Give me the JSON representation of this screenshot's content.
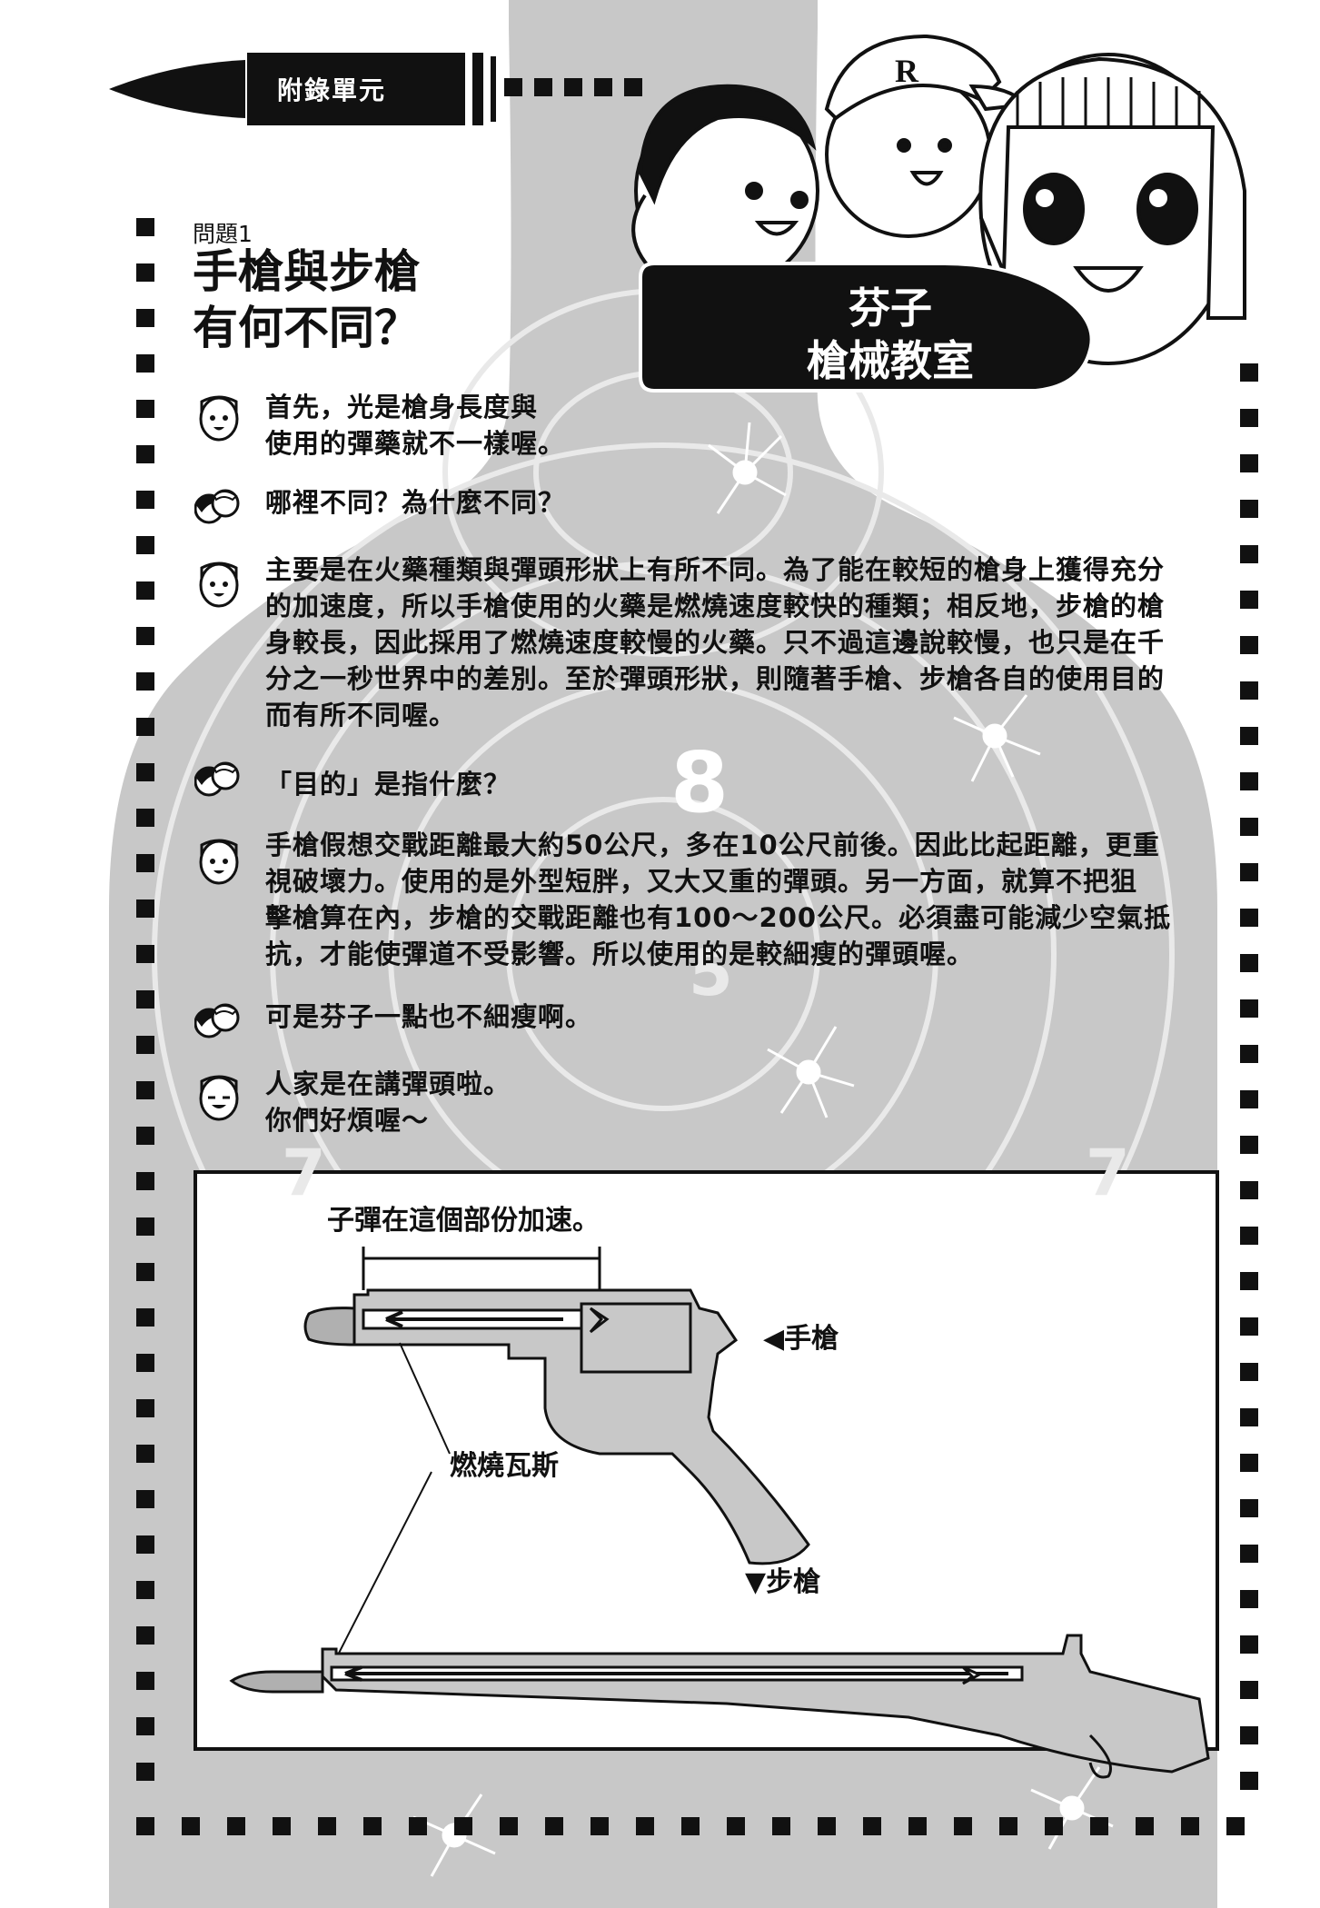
{
  "banner": {
    "label": "附錄單元"
  },
  "question": {
    "number": "問題1",
    "title": "手槍與步槍\n有何不同？"
  },
  "classroom": {
    "title": "芬子\n槍械教室"
  },
  "target_numbers": [
    "8",
    "5",
    "7",
    "7"
  ],
  "dialogue": [
    {
      "speaker": "fenko",
      "text": "首先，光是槍身長度與\n使用的彈藥就不一樣喔。"
    },
    {
      "speaker": "kids",
      "text": "哪裡不同？為什麼不同？"
    },
    {
      "speaker": "fenko",
      "text": "主要是在火藥種類與彈頭形狀上有所不同。為了能在較短的槍身上獲得充分\n的加速度，所以手槍使用的火藥是燃燒速度較快的種類；相反地，步槍的槍\n身較長，因此採用了燃燒速度較慢的火藥。只不過這邊說較慢，也只是在千\n分之一秒世界中的差別。至於彈頭形狀，則隨著手槍、步槍各自的使用目的\n而有所不同喔。"
    },
    {
      "speaker": "kids",
      "text": "「目的」是指什麼？"
    },
    {
      "speaker": "fenko",
      "text": "手槍假想交戰距離最大約50公尺，多在10公尺前後。因此比起距離，更重\n視破壞力。使用的是外型短胖，又大又重的彈頭。另一方面，就算不把狙\n擊槍算在內，步槍的交戰距離也有100～200公尺。必須盡可能減少空氣抵\n抗，才能使彈道不受影響。所以使用的是較細瘦的彈頭喔。"
    },
    {
      "speaker": "kids",
      "text": "可是芬子一點也不細瘦啊。"
    },
    {
      "speaker": "fenko",
      "text": "人家是在講彈頭啦。\n你們好煩喔～"
    }
  ],
  "diagram": {
    "accel_caption": "子彈在這個部份加速。",
    "handgun_label": "◀手槍",
    "gas_label": "燃燒瓦斯",
    "rifle_label": "▼步槍"
  },
  "colors": {
    "silhouette": "#c8c8c8",
    "ink": "#111111",
    "target_ring": "#e9e9e9"
  }
}
